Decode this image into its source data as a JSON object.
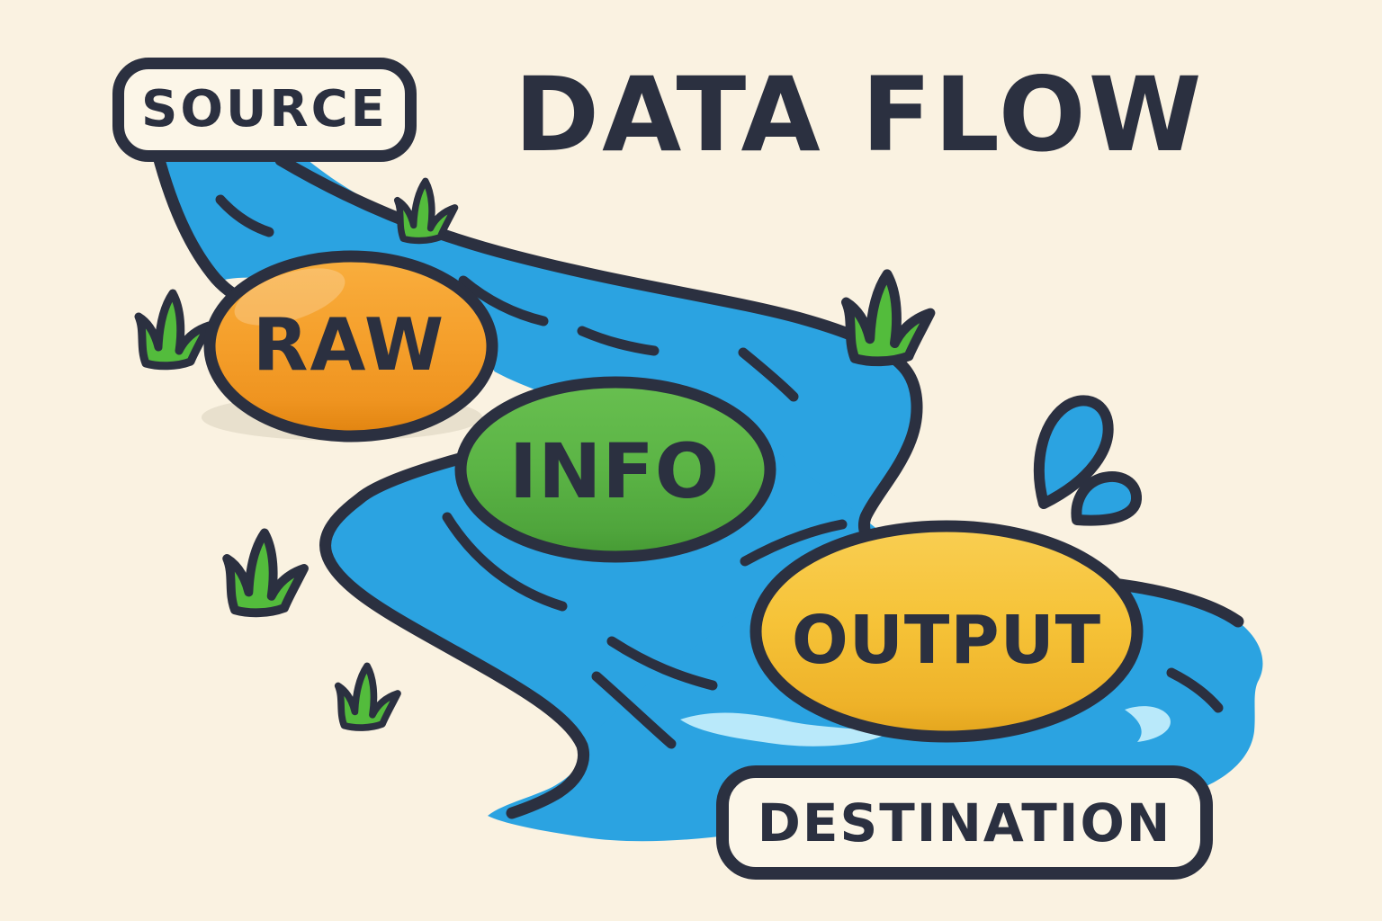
{
  "title": "DATA FLOW",
  "labels": {
    "source": "SOURCE",
    "destination": "DESTINATION"
  },
  "stones": {
    "raw": "RAW",
    "info": "INFO",
    "output": "OUTPUT"
  },
  "colors": {
    "background": "#faf2e1",
    "ink_outline": "#2b3040",
    "river_blue": "#2ba3e1",
    "foam_light_blue": "#b9e9fa",
    "raw_stone_orange": "#f5a02c",
    "info_stone_green": "#5bb445",
    "output_stone_yellow": "#f6c338",
    "grass_green": "#53bc3c",
    "badge_fill": "#fcf6e8",
    "stone_shadow": "#e8e0cd"
  },
  "decorations": {
    "grass_tuft_count": 5,
    "water_droplet_count": 2
  }
}
